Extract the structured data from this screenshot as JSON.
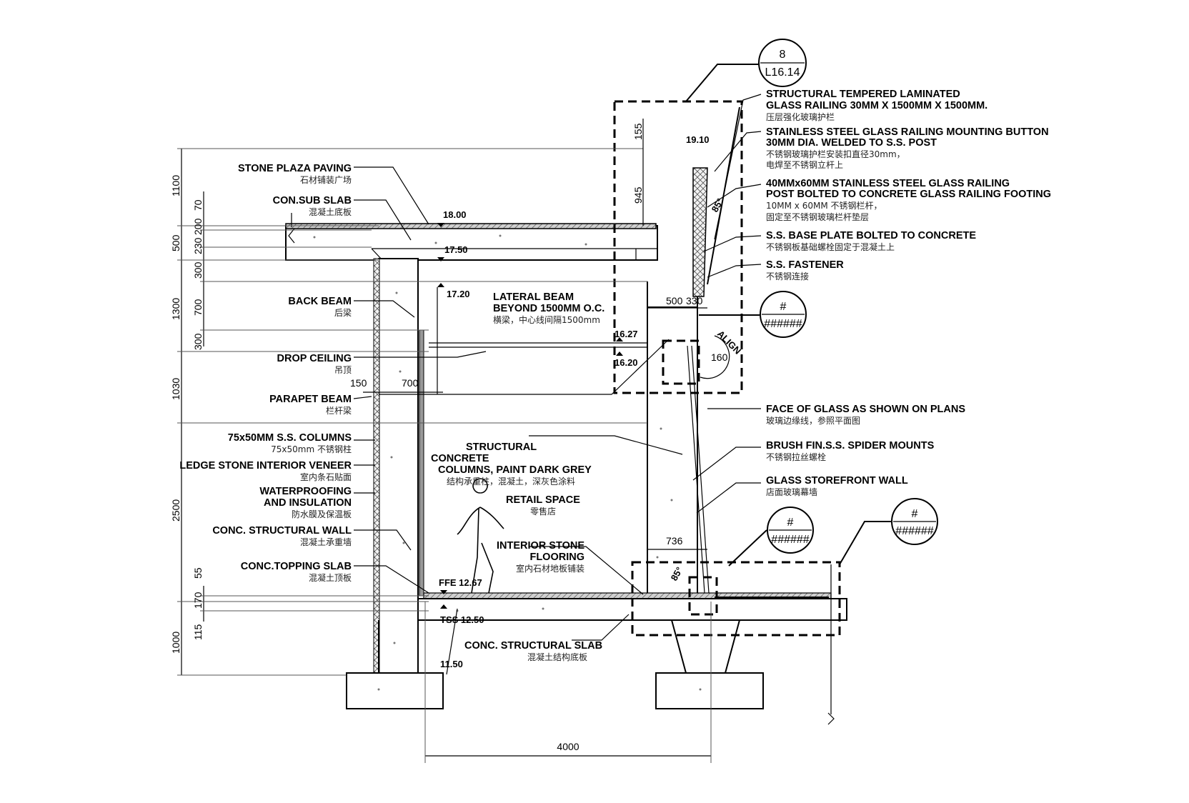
{
  "callout_main": {
    "number": "8",
    "sheet": "L16.14"
  },
  "callout_refs": {
    "number": "#",
    "sheet": "######"
  },
  "labels_left": [
    {
      "en": "STONE PLAZA PAVING",
      "zh": "石材铺装广场"
    },
    {
      "en": "CON.SUB SLAB",
      "zh": "混凝土底板"
    },
    {
      "en": "BACK BEAM",
      "zh": "后梁"
    },
    {
      "en": "DROP CEILING",
      "zh": "吊顶"
    },
    {
      "en": "PARAPET BEAM",
      "zh": "栏杆梁"
    },
    {
      "en": "75x50MM S.S. COLUMNS",
      "zh": "75x50mm 不锈钢柱"
    },
    {
      "en": "LEDGE STONE INTERIOR VENEER",
      "zh": "室内条石贴面"
    },
    {
      "en": "WATERPROOFING",
      "en2": "AND INSULATION",
      "zh": "防水膜及保温板"
    },
    {
      "en": "CONC. STRUCTURAL WALL",
      "zh": "混凝土承重墙"
    },
    {
      "en": "CONC.TOPPING SLAB",
      "zh": "混凝土顶板"
    }
  ],
  "labels_right": [
    {
      "en": "STRUCTURAL TEMPERED LAMINATED",
      "en2": "GLASS RAILING 30MM X 1500MM X 1500MM.",
      "zh": "压层强化玻璃护栏"
    },
    {
      "en": "STAINLESS STEEL GLASS RAILING MOUNTING BUTTON",
      "en2": "30MM DIA. WELDED TO S.S. POST",
      "zh": "不锈钢玻璃护栏安装扣直径30mm，",
      "zh2": "电焊至不锈钢立杆上"
    },
    {
      "en": "40MMx60MM STAINLESS STEEL GLASS RAILING",
      "en2": "POST BOLTED TO CONCRETE GLASS RAILING FOOTING",
      "zh": "10MM x 60MM 不锈钢栏杆，",
      "zh2": "固定至不锈钢玻璃栏杆垫层"
    },
    {
      "en": "S.S. BASE PLATE BOLTED TO CONCRETE",
      "zh": "不锈钢板基础螺栓固定于混凝土上"
    },
    {
      "en": "S.S. FASTENER",
      "zh": "不锈钢连接"
    },
    {
      "en": "FACE OF GLASS AS SHOWN ON PLANS",
      "zh": "玻璃边缘线，参照平面图"
    },
    {
      "en": "BRUSH FIN.S.S. SPIDER MOUNTS",
      "zh": "不锈钢拉丝螺栓"
    },
    {
      "en": "GLASS STOREFRONT WALL",
      "zh": "店面玻璃幕墙"
    }
  ],
  "labels_center": {
    "lateral_beam": {
      "en": "LATERAL BEAM",
      "en2": "BEYOND 1500MM O.C.",
      "zh": "横梁，中心线间隔1500mm"
    },
    "columns": {
      "en": "STRUCTURAL",
      "en2": "CONCRETE",
      "en3": "COLUMNS, PAINT DARK GREY",
      "zh": "结构承重柱，混凝土，深灰色涂料"
    },
    "retail": {
      "en": "RETAIL SPACE",
      "zh": "零售店"
    },
    "flooring": {
      "en": "INTERIOR STONE",
      "en2": "FLOORING",
      "zh": "室内石材地板铺装"
    },
    "struct_slab": {
      "en": "CONC. STRUCTURAL SLAB",
      "zh": "混凝土结构底板"
    }
  },
  "levels": [
    "18.00",
    "17.50",
    "17.20",
    "16.27",
    "16.20",
    "FFE 12.67",
    "TSS 12.50",
    "11.50"
  ],
  "dims_vertical_outer": [
    "1100",
    "500",
    "1300",
    "1030",
    "2500",
    "1000"
  ],
  "dims_vertical_inner": [
    "70",
    "200",
    "230",
    "300",
    "700",
    "300",
    "55",
    "170",
    "115"
  ],
  "dims_other": {
    "d155": "155",
    "d945": "945",
    "d1910": "19.10",
    "d500": "500",
    "d330": "330",
    "d150": "150",
    "d700": "700",
    "d160": "160",
    "d736": "736",
    "d4000": "4000",
    "angle": "85°",
    "align": "ALIGN"
  }
}
